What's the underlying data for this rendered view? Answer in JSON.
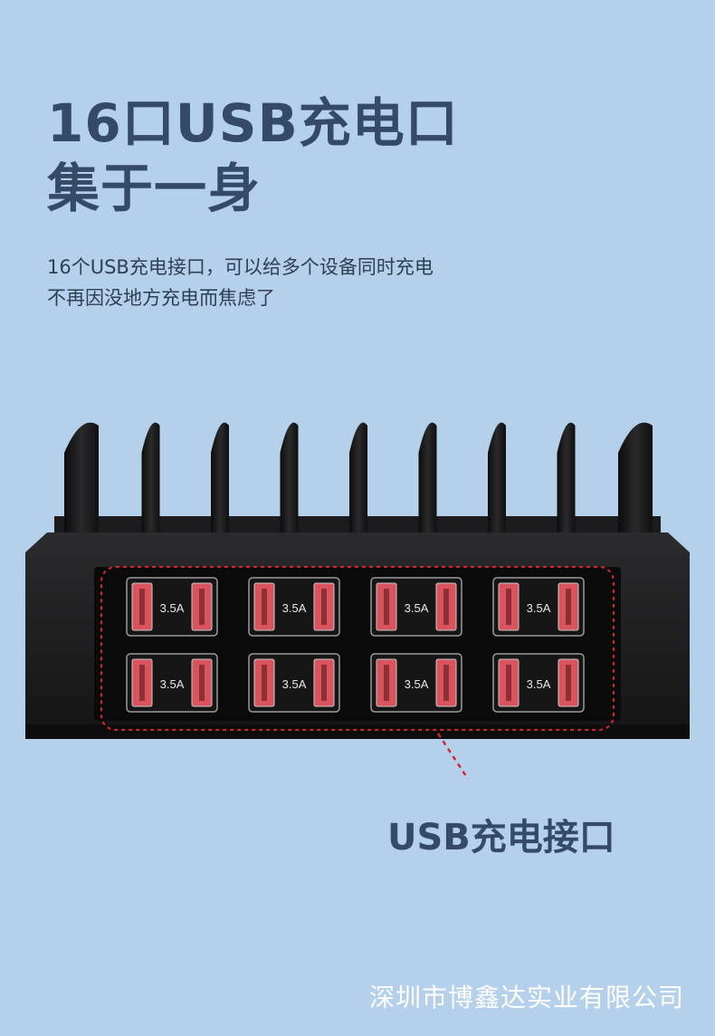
{
  "headline": {
    "line1": "16口USB充电口",
    "line2": "集于一身"
  },
  "subtitle": {
    "line1": "16个USB充电接口，可以给多个设备同时充电",
    "line2": "不再因没地方充电而焦虑了"
  },
  "product": {
    "port_label": "3.5A",
    "port_groups": 8,
    "slot_dividers": 9
  },
  "callout": {
    "label": "USB充电接口"
  },
  "footer": {
    "company": "深圳市博鑫达实业有限公司"
  },
  "colors": {
    "background": "#b5d0ea",
    "headline": "#344a66",
    "port_red": "#d9545c",
    "callout_line": "#d8262e"
  }
}
